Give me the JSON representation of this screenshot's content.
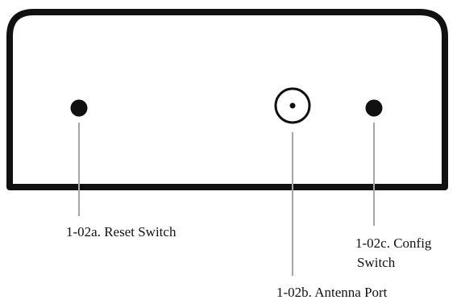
{
  "diagram": {
    "callouts": [
      {
        "id": "reset",
        "label_lines": [
          "1-02a. Reset Switch"
        ]
      },
      {
        "id": "antenna",
        "label_lines": [
          "1-02b. Antenna Port"
        ]
      },
      {
        "id": "config",
        "label_lines": [
          "1-02c. Config",
          "Switch"
        ]
      }
    ]
  },
  "colors": {
    "outline": "#111111",
    "leader_line": "#a6a6a6",
    "background": "#ffffff"
  }
}
